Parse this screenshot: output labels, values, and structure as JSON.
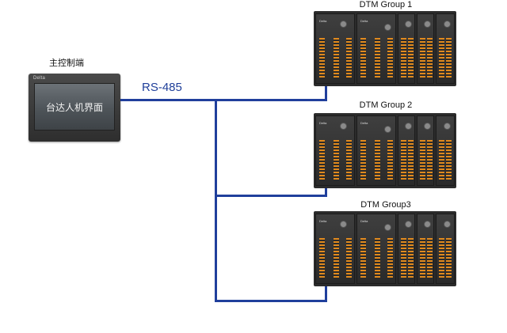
{
  "hmi": {
    "title": "主控制端",
    "screen_text": "台达人机界面",
    "logo_text": "Delta"
  },
  "bus": {
    "label": "RS-485",
    "color": "#203f9c"
  },
  "groups": [
    {
      "label": "DTM Group 1"
    },
    {
      "label": "DTM Group 2"
    },
    {
      "label": "DTM Group3"
    }
  ],
  "module_brand": "Delta"
}
